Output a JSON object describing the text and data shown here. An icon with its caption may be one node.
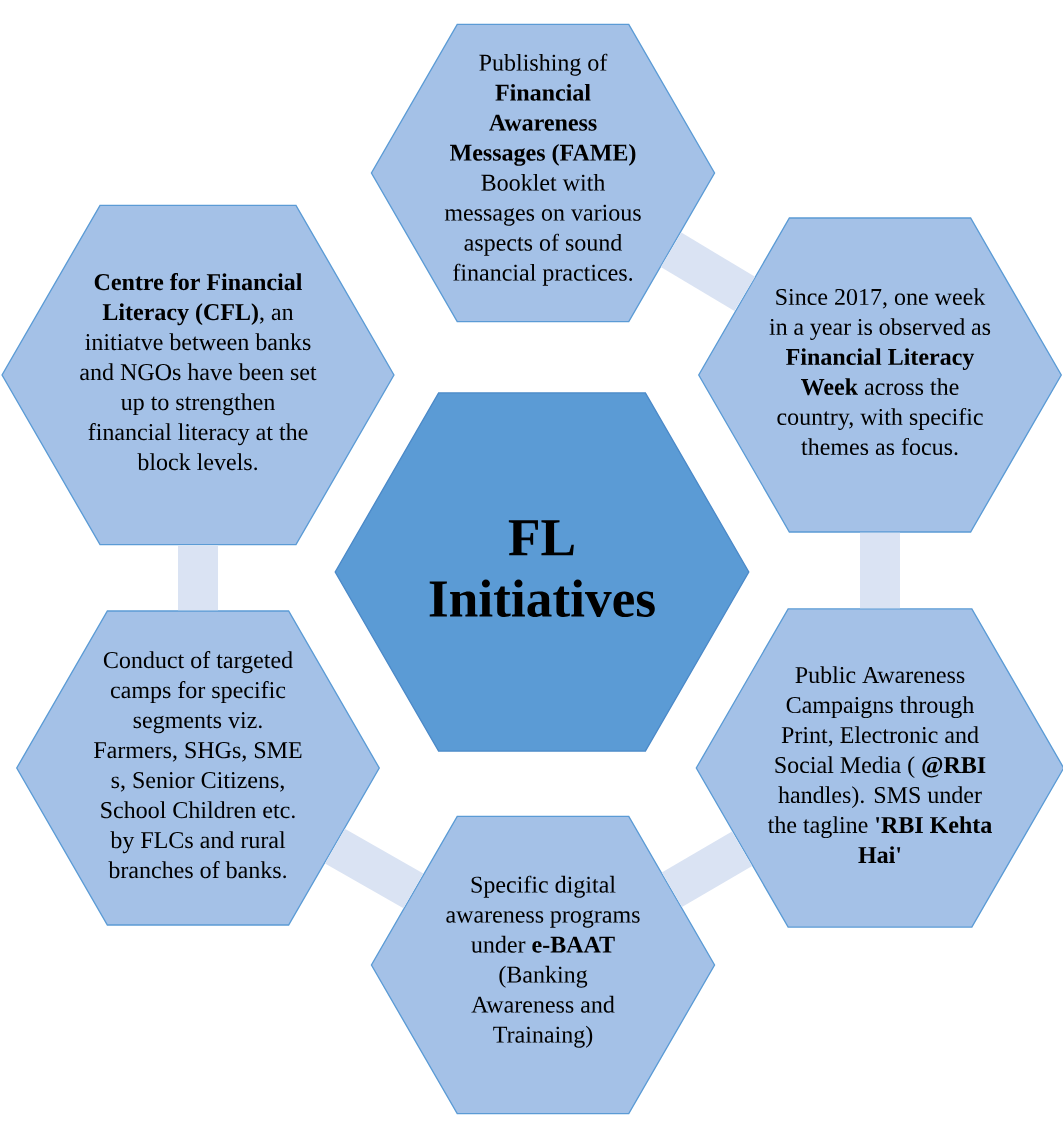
{
  "diagram": {
    "nodes": [
      {
        "text": [
          "Publishing of **Financial Awareness Messages (FAME)** Booklet with messages on various aspects of sound financial practices."
        ]
      },
      {
        "text": [
          "**Centre for Financial Literacy (CFL)**, an initiatve between banks and NGOs have been set up to strengthen financial literacy at the block levels."
        ]
      },
      {
        "text": [
          "Since 2017, one week in a year is observed as **Financial Literacy Week** across the country, with specific themes as focus."
        ]
      },
      {
        "text": [
          "FL Initiatives"
        ]
      },
      {
        "text": [
          "Conduct of targeted camps for specific segments viz. Farmers, SHGs, SME s, Senior Citizens, School Children etc. by FLCs and rural branches of banks."
        ]
      },
      {
        "text": [
          "Public Awareness Campaigns through Print, Electronic and Social Media ( **@RBI** handles). SMS under the tagline **'RBI Kehta Hai'**"
        ]
      },
      {
        "text": [
          "Specific digital awareness programs under **e-BAAT** (Banking Awareness and Trainaing)"
        ]
      }
    ],
    "edges": [
      {
        "from": 0,
        "to": 2,
        "arrow": "none"
      },
      {
        "from": 2,
        "to": 5,
        "arrow": "none"
      },
      {
        "from": 5,
        "to": 6,
        "arrow": "none"
      },
      {
        "from": 6,
        "to": 4,
        "arrow": "none"
      },
      {
        "from": 4,
        "to": 1,
        "arrow": "none"
      }
    ]
  }
}
